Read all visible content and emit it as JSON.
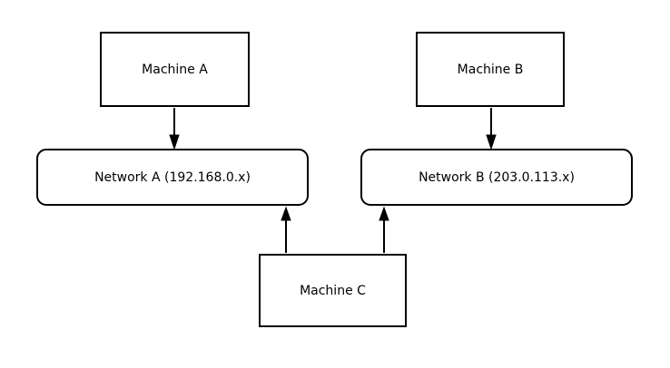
{
  "diagram": {
    "type": "network-topology",
    "background_color": "#ffffff",
    "stroke_color": "#000000",
    "node_fill_color": "#ffffff",
    "text_color": "#000000",
    "nodes": {
      "machine_a": {
        "label": "Machine A",
        "shape": "rectangle"
      },
      "machine_b": {
        "label": "Machine B",
        "shape": "rectangle"
      },
      "network_a": {
        "label": "Network A (192.168.0.x)",
        "shape": "rounded-rectangle"
      },
      "network_b": {
        "label": "Network B (203.0.113.x)",
        "shape": "rounded-rectangle"
      },
      "machine_c": {
        "label": "Machine C",
        "shape": "rectangle"
      }
    },
    "edges": [
      {
        "from": "Machine A",
        "to": "Network A (192.168.0.x)",
        "arrow": "down"
      },
      {
        "from": "Machine B",
        "to": "Network B (203.0.113.x)",
        "arrow": "down"
      },
      {
        "from": "Machine C",
        "to": "Network A (192.168.0.x)",
        "arrow": "up"
      },
      {
        "from": "Machine C",
        "to": "Network B (203.0.113.x)",
        "arrow": "up"
      }
    ]
  }
}
